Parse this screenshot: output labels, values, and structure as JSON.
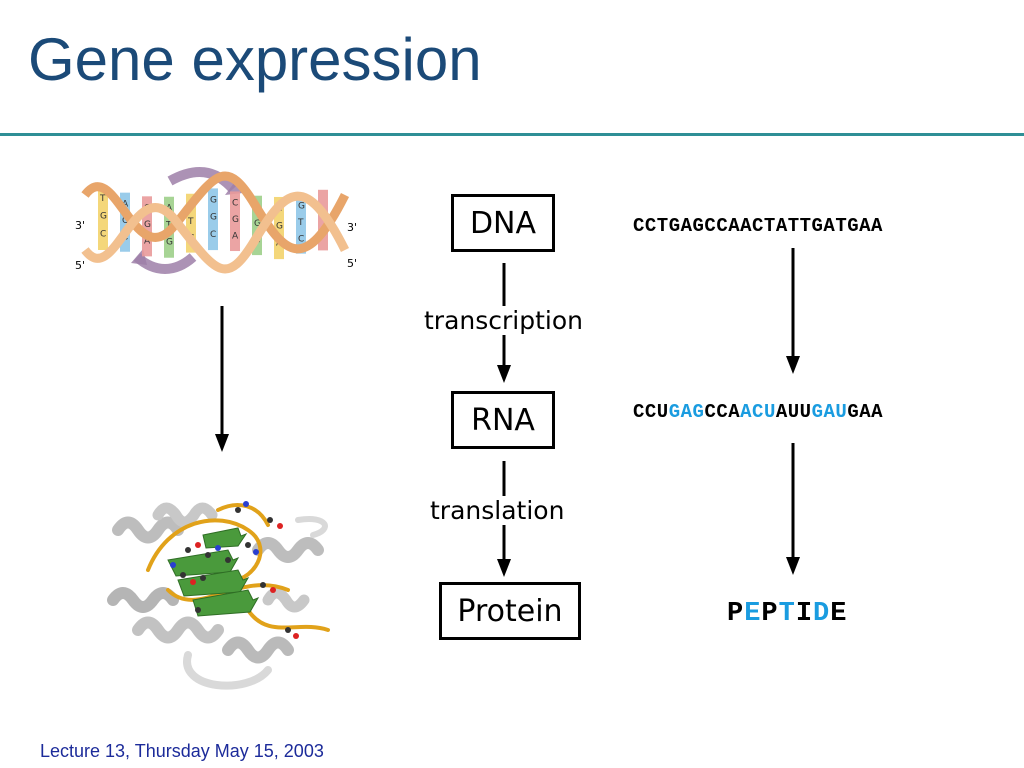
{
  "slide": {
    "title": "Gene expression",
    "footer": "Lecture 13, Thursday May 15, 2003"
  },
  "flow": {
    "dna": "DNA",
    "transcription": "transcription",
    "rna": "RNA",
    "translation": "translation",
    "protein": "Protein"
  },
  "sequences": {
    "dna": "CCTGAGCCAACTATTGATGAA",
    "rna_parts": [
      {
        "text": "CCU",
        "highlight": false
      },
      {
        "text": "GAG",
        "highlight": true
      },
      {
        "text": "CCA",
        "highlight": false
      },
      {
        "text": "ACU",
        "highlight": true
      },
      {
        "text": "AUU",
        "highlight": false
      },
      {
        "text": "GAU",
        "highlight": true
      },
      {
        "text": "GAA",
        "highlight": false
      }
    ],
    "peptide_parts": [
      {
        "text": "P",
        "highlight": false
      },
      {
        "text": "E",
        "highlight": true
      },
      {
        "text": "P",
        "highlight": false
      },
      {
        "text": "T",
        "highlight": true
      },
      {
        "text": "I",
        "highlight": false
      },
      {
        "text": "D",
        "highlight": true
      },
      {
        "text": "E",
        "highlight": false
      }
    ]
  },
  "dna_image": {
    "labels": {
      "left_top": "3'",
      "left_bottom": "5'",
      "right_top": "3'",
      "right_bottom": "5'"
    },
    "bases": [
      "T",
      "G",
      "C",
      "A",
      "G",
      "C",
      "C",
      "G",
      "A",
      "A",
      "T",
      "G",
      "C",
      "T",
      "C",
      "G",
      "G",
      "C",
      "C",
      "G",
      "A",
      "A",
      "G",
      "C",
      "C",
      "G",
      "A",
      "G",
      "T",
      "C"
    ]
  },
  "colors": {
    "title": "#1b4a78",
    "rule": "#2e8f96",
    "highlight": "#1a9ce0",
    "footer": "#1c2b9a"
  }
}
